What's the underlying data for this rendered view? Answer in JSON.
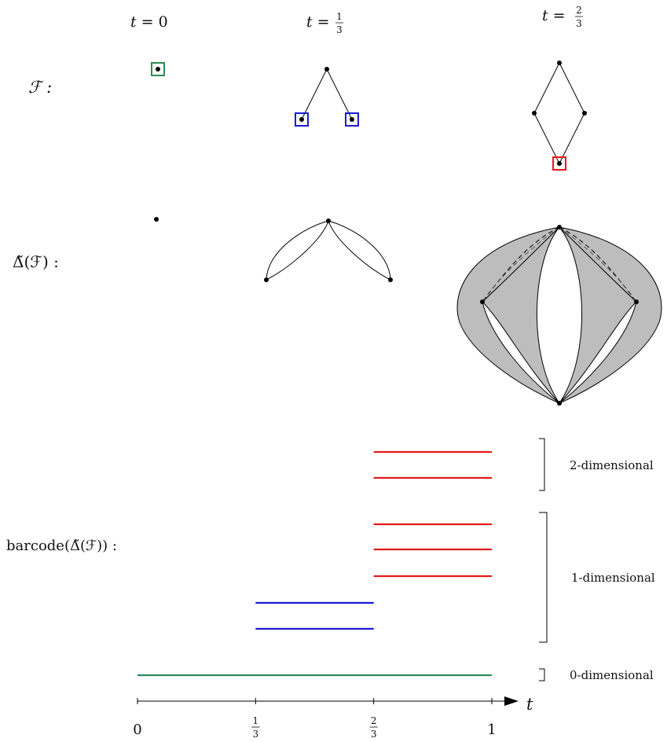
{
  "time_headers": [
    {
      "var": "t",
      "eq": "=",
      "value": "0"
    },
    {
      "var": "t",
      "eq": "=",
      "num": "1",
      "den": "3"
    },
    {
      "var": "t",
      "eq": "=",
      "num": "2",
      "den": "3"
    }
  ],
  "row_labels": {
    "filtration": "ℱ :",
    "complex_name": "Δ̃(ℱ) :",
    "barcode": "barcode(Δ̃(ℱ)) :"
  },
  "barcode": {
    "groups": [
      {
        "label": "2-dimensional",
        "dimension": 2
      },
      {
        "label": "1-dimensional",
        "dimension": 1
      },
      {
        "label": "0-dimensional",
        "dimension": 0
      }
    ],
    "bars": [
      {
        "dimension": 2,
        "birth": 0.6667,
        "death": 1,
        "color": "#e41a1c"
      },
      {
        "dimension": 2,
        "birth": 0.6667,
        "death": 1,
        "color": "#e41a1c"
      },
      {
        "dimension": 1,
        "birth": 0.6667,
        "death": 1,
        "color": "#e41a1c"
      },
      {
        "dimension": 1,
        "birth": 0.6667,
        "death": 1,
        "color": "#e41a1c"
      },
      {
        "dimension": 1,
        "birth": 0.6667,
        "death": 1,
        "color": "#e41a1c"
      },
      {
        "dimension": 1,
        "birth": 0.3333,
        "death": 0.6667,
        "color": "#1a1ad6"
      },
      {
        "dimension": 1,
        "birth": 0.3333,
        "death": 0.6667,
        "color": "#1a1ad6"
      },
      {
        "dimension": 0,
        "birth": 0,
        "death": 1,
        "color": "#2e8b57"
      }
    ],
    "axis": {
      "var": "t",
      "ticks": [
        {
          "value": 0,
          "text": "0"
        },
        {
          "value": 0.3333,
          "num": "1",
          "den": "3"
        },
        {
          "value": 0.6667,
          "num": "2",
          "den": "3"
        },
        {
          "value": 1,
          "text": "1"
        }
      ]
    }
  },
  "colors": {
    "t0": "#2e8b57",
    "t1": "#1a1ad6",
    "t2": "#e41a1c",
    "fill": "#bdbdbd"
  }
}
